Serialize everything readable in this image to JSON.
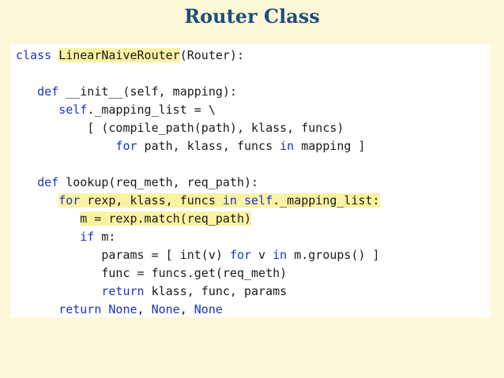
{
  "slide": {
    "title": "Router Class"
  },
  "code": {
    "lines": [
      {
        "indent": "",
        "parts": [
          {
            "t": "class",
            "k": "kw"
          },
          {
            "t": " "
          },
          {
            "t": "LinearNaiveRouter",
            "k": "hl"
          },
          {
            "t": "(Router):"
          }
        ]
      },
      {
        "indent": "",
        "parts": []
      },
      {
        "indent": "   ",
        "parts": [
          {
            "t": "def",
            "k": "kw"
          },
          {
            "t": " __init__(self, mapping):"
          }
        ]
      },
      {
        "indent": "      ",
        "parts": [
          {
            "t": "self",
            "k": "kw"
          },
          {
            "t": "._mapping_list = \\"
          }
        ]
      },
      {
        "indent": "          ",
        "parts": [
          {
            "t": "[ (compile_path(path), klass, funcs)"
          }
        ]
      },
      {
        "indent": "              ",
        "parts": [
          {
            "t": "for",
            "k": "kw"
          },
          {
            "t": " path, klass, funcs "
          },
          {
            "t": "in",
            "k": "kw"
          },
          {
            "t": " mapping ]"
          }
        ]
      },
      {
        "indent": "",
        "parts": []
      },
      {
        "indent": "   ",
        "parts": [
          {
            "t": "def",
            "k": "kw"
          },
          {
            "t": " lookup(req_meth, req_path):"
          }
        ]
      },
      {
        "indent": "      ",
        "hl": true,
        "parts": [
          {
            "t": "for",
            "k": "kw"
          },
          {
            "t": " rexp, klass, funcs "
          },
          {
            "t": "in",
            "k": "kw"
          },
          {
            "t": " "
          },
          {
            "t": "self",
            "k": "kw"
          },
          {
            "t": "._mapping_list:"
          }
        ]
      },
      {
        "indent": "         ",
        "hl": true,
        "parts": [
          {
            "t": "m = rexp.match(req_path)"
          }
        ]
      },
      {
        "indent": "         ",
        "parts": [
          {
            "t": "if",
            "k": "kw"
          },
          {
            "t": " m:"
          }
        ]
      },
      {
        "indent": "            ",
        "parts": [
          {
            "t": "params = [ int(v) "
          },
          {
            "t": "for",
            "k": "kw"
          },
          {
            "t": " v "
          },
          {
            "t": "in",
            "k": "kw"
          },
          {
            "t": " m.groups() ]"
          }
        ]
      },
      {
        "indent": "            ",
        "parts": [
          {
            "t": "func = funcs.get(req_meth)"
          }
        ]
      },
      {
        "indent": "            ",
        "parts": [
          {
            "t": "return",
            "k": "kw"
          },
          {
            "t": " klass, func, params"
          }
        ]
      },
      {
        "indent": "      ",
        "parts": [
          {
            "t": "return",
            "k": "kw"
          },
          {
            "t": " "
          },
          {
            "t": "None",
            "k": "kw"
          },
          {
            "t": ", "
          },
          {
            "t": "None",
            "k": "kw"
          },
          {
            "t": ", "
          },
          {
            "t": "None",
            "k": "kw"
          }
        ]
      }
    ]
  }
}
